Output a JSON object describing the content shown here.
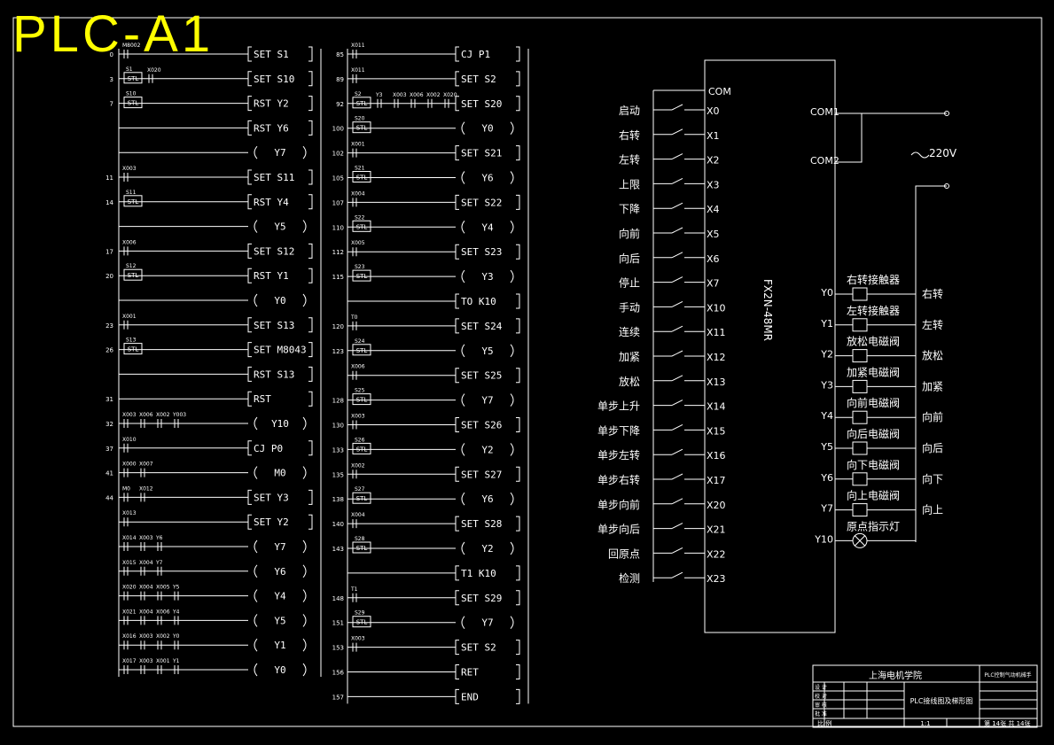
{
  "title": "PLC-A1",
  "colors": {
    "background": "#000000",
    "lines": "#ffffff",
    "title": "#ffff00"
  },
  "ladder1": [
    {
      "step": "0",
      "stl": "",
      "contacts": [
        "M8002"
      ],
      "coil": "SET S1",
      "type": "box"
    },
    {
      "step": "3",
      "stl": "S1",
      "contacts": [
        "X020"
      ],
      "coil": "SET S10",
      "type": "box"
    },
    {
      "step": "7",
      "stl": "S10",
      "contacts": [],
      "coil": "RST Y2",
      "type": "box"
    },
    {
      "step": "",
      "stl": "",
      "contacts": [],
      "coil": "RST Y6",
      "type": "box"
    },
    {
      "step": "",
      "stl": "",
      "contacts": [],
      "coil": "Y7",
      "type": "coil"
    },
    {
      "step": "11",
      "stl": "",
      "contacts": [
        "X003"
      ],
      "coil": "SET S11",
      "type": "box"
    },
    {
      "step": "14",
      "stl": "S11",
      "contacts": [],
      "coil": "RST Y4",
      "type": "box"
    },
    {
      "step": "",
      "stl": "",
      "contacts": [],
      "coil": "Y5",
      "type": "coil"
    },
    {
      "step": "17",
      "stl": "",
      "contacts": [
        "X006"
      ],
      "coil": "SET S12",
      "type": "box"
    },
    {
      "step": "20",
      "stl": "S12",
      "contacts": [],
      "coil": "RST Y1",
      "type": "box"
    },
    {
      "step": "",
      "stl": "",
      "contacts": [],
      "coil": "Y0",
      "type": "coil"
    },
    {
      "step": "23",
      "stl": "",
      "contacts": [
        "X001"
      ],
      "coil": "SET S13",
      "type": "box"
    },
    {
      "step": "26",
      "stl": "S13",
      "contacts": [],
      "coil": "SET M8043",
      "type": "box"
    },
    {
      "step": "",
      "stl": "",
      "contacts": [],
      "coil": "RST S13",
      "type": "box"
    },
    {
      "step": "31",
      "stl": "",
      "contacts": [],
      "coil": "RST",
      "type": "box"
    },
    {
      "step": "32",
      "stl": "",
      "contacts": [
        "X003",
        "X006",
        "X002",
        "Y003"
      ],
      "coil": "Y10",
      "type": "coil"
    },
    {
      "step": "37",
      "stl": "",
      "contacts": [
        "X010"
      ],
      "coil": "CJ P0",
      "type": "box"
    },
    {
      "step": "41",
      "stl": "",
      "contacts": [
        "X000",
        "X007"
      ],
      "coil": "M0",
      "type": "coil"
    },
    {
      "step": "44",
      "stl": "",
      "contacts": [
        "M0",
        "X012"
      ],
      "coil": "SET Y3",
      "type": "box"
    },
    {
      "step": "",
      "stl": "",
      "contacts": [
        "X013"
      ],
      "coil": "SET Y2",
      "type": "box"
    },
    {
      "step": "",
      "stl": "",
      "contacts": [
        "X014",
        "X003",
        "Y6"
      ],
      "coil": "Y7",
      "type": "coil"
    },
    {
      "step": "",
      "stl": "",
      "contacts": [
        "X015",
        "X004",
        "Y7"
      ],
      "coil": "Y6",
      "type": "coil"
    },
    {
      "step": "",
      "stl": "",
      "contacts": [
        "X020",
        "X004",
        "X005",
        "Y5"
      ],
      "coil": "Y4",
      "type": "coil"
    },
    {
      "step": "",
      "stl": "",
      "contacts": [
        "X021",
        "X004",
        "X006",
        "Y4"
      ],
      "coil": "Y5",
      "type": "coil"
    },
    {
      "step": "",
      "stl": "",
      "contacts": [
        "X016",
        "X003",
        "X002",
        "Y0"
      ],
      "coil": "Y1",
      "type": "coil"
    },
    {
      "step": "",
      "stl": "",
      "contacts": [
        "X017",
        "X003",
        "X001",
        "Y1"
      ],
      "coil": "Y0",
      "type": "coil"
    }
  ],
  "ladder2": [
    {
      "step": "85",
      "stl": "",
      "contacts": [
        "X011"
      ],
      "coil": "CJ P1",
      "type": "box"
    },
    {
      "step": "89",
      "stl": "",
      "contacts": [
        "X011"
      ],
      "coil": "SET S2",
      "type": "box"
    },
    {
      "step": "92",
      "stl": "S2",
      "contacts": [
        "Y3",
        "X003",
        "X006",
        "X002",
        "X020"
      ],
      "coil": "SET S20",
      "type": "box"
    },
    {
      "step": "100",
      "stl": "S20",
      "contacts": [],
      "coil": "Y0",
      "type": "coil"
    },
    {
      "step": "102",
      "stl": "",
      "contacts": [
        "X001"
      ],
      "coil": "SET S21",
      "type": "box"
    },
    {
      "step": "105",
      "stl": "S21",
      "contacts": [],
      "coil": "Y6",
      "type": "coil"
    },
    {
      "step": "107",
      "stl": "",
      "contacts": [
        "X004"
      ],
      "coil": "SET S22",
      "type": "box"
    },
    {
      "step": "110",
      "stl": "S22",
      "contacts": [],
      "coil": "Y4",
      "type": "coil"
    },
    {
      "step": "112",
      "stl": "",
      "contacts": [
        "X005"
      ],
      "coil": "SET S23",
      "type": "box"
    },
    {
      "step": "115",
      "stl": "S23",
      "contacts": [],
      "coil": "Y3",
      "type": "coil"
    },
    {
      "step": "",
      "stl": "",
      "contacts": [],
      "coil": "TO K10",
      "type": "box"
    },
    {
      "step": "120",
      "stl": "",
      "contacts": [
        "T0"
      ],
      "coil": "SET S24",
      "type": "box"
    },
    {
      "step": "123",
      "stl": "S24",
      "contacts": [],
      "coil": "Y5",
      "type": "coil"
    },
    {
      "step": "",
      "stl": "",
      "contacts": [
        "X006"
      ],
      "coil": "SET S25",
      "type": "box"
    },
    {
      "step": "128",
      "stl": "S25",
      "contacts": [],
      "coil": "Y7",
      "type": "coil"
    },
    {
      "step": "130",
      "stl": "",
      "contacts": [
        "X003"
      ],
      "coil": "SET S26",
      "type": "box"
    },
    {
      "step": "133",
      "stl": "S26",
      "contacts": [],
      "coil": "Y2",
      "type": "coil"
    },
    {
      "step": "135",
      "stl": "",
      "contacts": [
        "X002"
      ],
      "coil": "SET S27",
      "type": "box"
    },
    {
      "step": "138",
      "stl": "S27",
      "contacts": [],
      "coil": "Y6",
      "type": "coil"
    },
    {
      "step": "140",
      "stl": "",
      "contacts": [
        "X004"
      ],
      "coil": "SET S28",
      "type": "box"
    },
    {
      "step": "143",
      "stl": "S28",
      "contacts": [],
      "coil": "Y2",
      "type": "coil"
    },
    {
      "step": "",
      "stl": "",
      "contacts": [],
      "coil": "T1 K10",
      "type": "box"
    },
    {
      "step": "148",
      "stl": "",
      "contacts": [
        "T1"
      ],
      "coil": "SET S29",
      "type": "box"
    },
    {
      "step": "151",
      "stl": "S29",
      "contacts": [],
      "coil": "Y7",
      "type": "coil"
    },
    {
      "step": "153",
      "stl": "",
      "contacts": [
        "X003"
      ],
      "coil": "SET S2",
      "type": "box"
    },
    {
      "step": "156",
      "stl": "",
      "contacts": [],
      "coil": "RET",
      "type": "box"
    },
    {
      "step": "157",
      "stl": "",
      "contacts": [],
      "coil": "END",
      "type": "box"
    }
  ],
  "wiring": {
    "plc_model": "FX2N-48MR",
    "com_label": "COM",
    "inputs": [
      {
        "label": "启动",
        "terminal": "X0"
      },
      {
        "label": "右转",
        "terminal": "X1"
      },
      {
        "label": "左转",
        "terminal": "X2"
      },
      {
        "label": "上限",
        "terminal": "X3"
      },
      {
        "label": "下降",
        "terminal": "X4"
      },
      {
        "label": "向前",
        "terminal": "X5"
      },
      {
        "label": "向后",
        "terminal": "X6"
      },
      {
        "label": "停止",
        "terminal": "X7"
      },
      {
        "label": "手动",
        "terminal": "X10"
      },
      {
        "label": "连续",
        "terminal": "X11"
      },
      {
        "label": "加紧",
        "terminal": "X12"
      },
      {
        "label": "放松",
        "terminal": "X13"
      },
      {
        "label": "单步上升",
        "terminal": "X14"
      },
      {
        "label": "单步下降",
        "terminal": "X15"
      },
      {
        "label": "单步左转",
        "terminal": "X16"
      },
      {
        "label": "单步右转",
        "terminal": "X17"
      },
      {
        "label": "单步向前",
        "terminal": "X20"
      },
      {
        "label": "单步向后",
        "terminal": "X21"
      },
      {
        "label": "回原点",
        "terminal": "X22"
      },
      {
        "label": "检测",
        "terminal": "X23"
      }
    ],
    "com1": "COM1",
    "com2": "COM2",
    "voltage": "220V",
    "outputs": [
      {
        "terminal": "Y0",
        "device": "右转接触器",
        "function": "右转"
      },
      {
        "terminal": "Y1",
        "device": "左转接触器",
        "function": "左转"
      },
      {
        "terminal": "Y2",
        "device": "放松电磁阀",
        "function": "放松"
      },
      {
        "terminal": "Y3",
        "device": "加紧电磁阀",
        "function": "加紧"
      },
      {
        "terminal": "Y4",
        "device": "向前电磁阀",
        "function": "向前"
      },
      {
        "terminal": "Y5",
        "device": "向后电磁阀",
        "function": "向后"
      },
      {
        "terminal": "Y6",
        "device": "向下电磁阀",
        "function": "向下"
      },
      {
        "terminal": "Y7",
        "device": "向上电磁阀",
        "function": "向上"
      },
      {
        "terminal": "Y10",
        "device": "原点指示灯",
        "function": ""
      }
    ]
  },
  "title_block": {
    "school": "上海电机学院",
    "project": "PLC控制气动机械手",
    "drawing": "PLC接线图及梯形图",
    "scale_label": "比 例",
    "scale": "1:1",
    "sheet": "第 14张 共 14张",
    "roles": [
      "设 计",
      "校 对",
      "审 核",
      "批 准"
    ]
  }
}
